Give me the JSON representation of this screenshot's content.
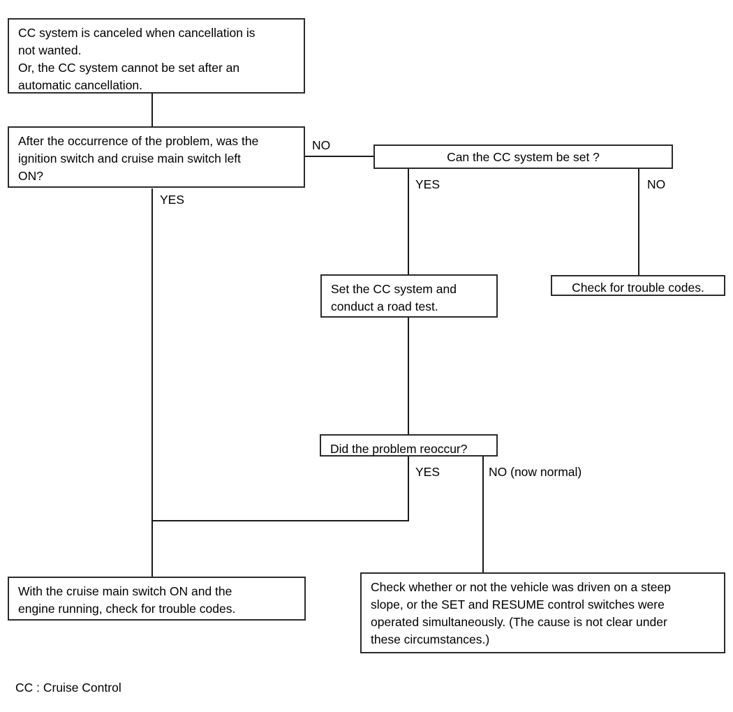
{
  "diagram": {
    "title": "CC system cancellation troubleshooting flowchart",
    "legend": "CC : Cruise Control",
    "line_color": "#1a1a1a",
    "box_border_color": "#2b2b2b",
    "background": "#ffffff"
  },
  "nodes": {
    "symptom": "CC system is canceled when cancellation is\nnot wanted.\nOr, the CC system cannot be set after an\nautomatic cancellation.",
    "question_ignition": "After the occurrence of the problem, was the\nignition switch and cruise main switch left\nON?",
    "question_can_set": "Can the CC system be set ?",
    "action_set_and_road_test": "Set the CC system and\nconduct a road test.",
    "action_check_codes_right": "Check for trouble codes.",
    "question_reoccur": "Did the problem reoccur?",
    "action_check_codes_bottom": "With the cruise main switch ON and the\nengine running, check for trouble codes.",
    "action_check_conditions": "Check whether or not the vehicle was driven on a steep\nslope, or the SET and RESUME control switches were\noperated simultaneously. (The cause is not clear under\nthese circumstances.)"
  },
  "edge_labels": {
    "ignition_no": "NO",
    "ignition_yes": "YES",
    "can_set_yes": "YES",
    "can_set_no": "NO",
    "reoccur_yes": "YES",
    "reoccur_no": "NO (now normal)"
  }
}
